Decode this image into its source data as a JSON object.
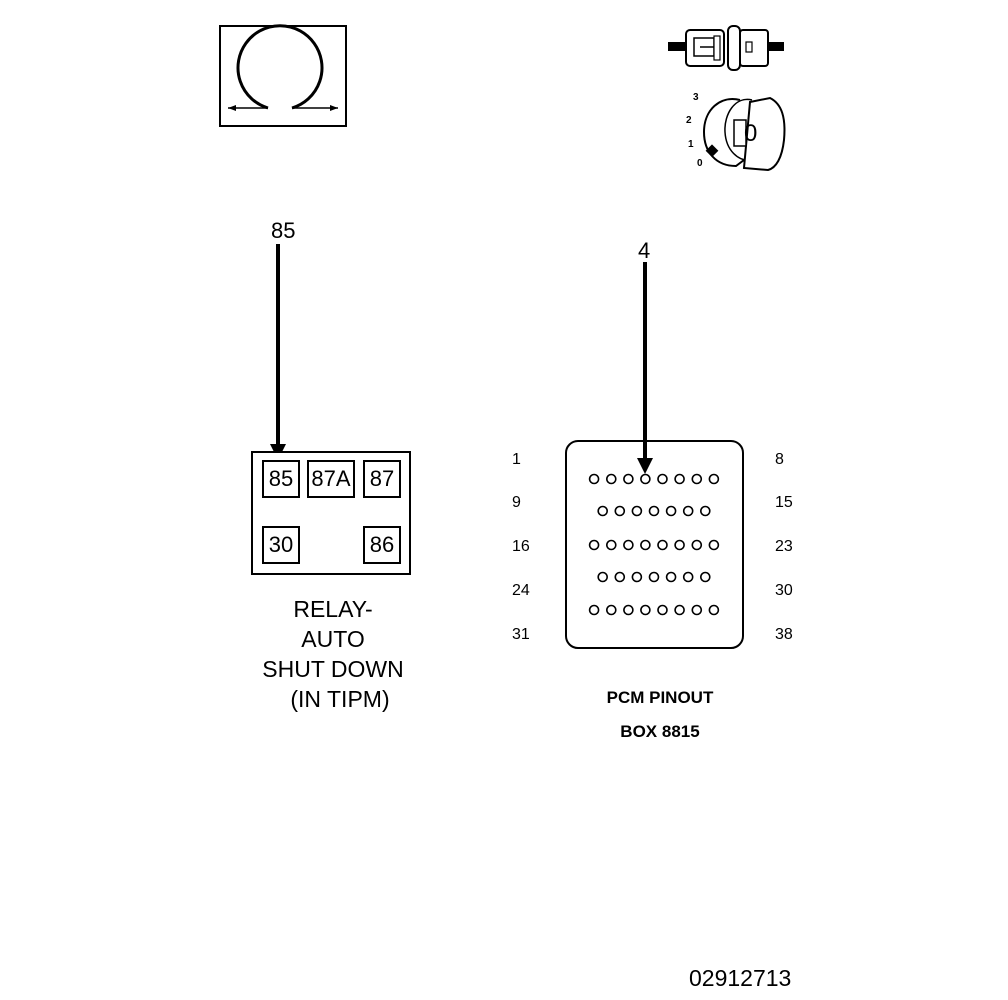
{
  "ohmmeter": {
    "icon": "ohm-symbol-icon"
  },
  "ignition": {
    "icon": "ignition-key-icon",
    "key_label": "0",
    "positions": [
      "3",
      "2",
      "1",
      "0"
    ]
  },
  "probe_left": {
    "label": "85"
  },
  "probe_right": {
    "label": "4"
  },
  "relay": {
    "terminals": [
      "85",
      "87A",
      "87",
      "30",
      "86"
    ],
    "caption": [
      "RELAY-",
      "AUTO",
      "SHUT DOWN",
      "(IN TIPM)"
    ]
  },
  "pcm": {
    "left_labels": [
      "1",
      "9",
      "16",
      "24",
      "31"
    ],
    "right_labels": [
      "8",
      "15",
      "23",
      "30",
      "38"
    ],
    "caption": [
      "PCM PINOUT",
      "BOX 8815"
    ],
    "row_counts": [
      8,
      7,
      8,
      7,
      8
    ]
  },
  "figure_number": "02912713"
}
